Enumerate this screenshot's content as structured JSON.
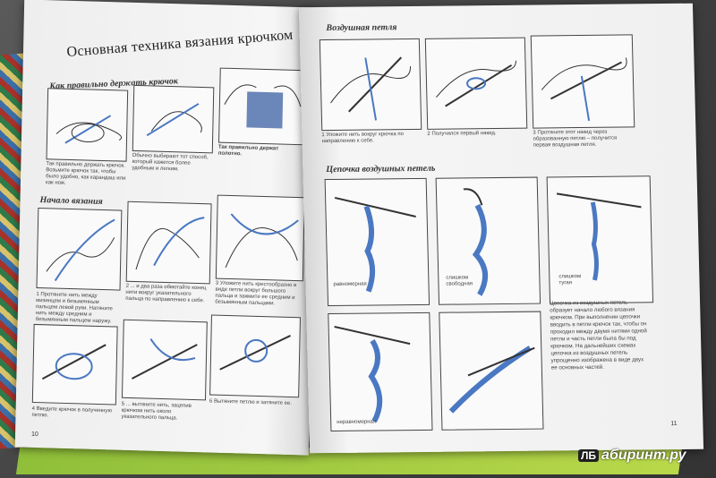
{
  "left_page": {
    "title": "Основная техника вязания крючком",
    "section_hold": "Как правильно держать крючок",
    "caption_hold_1": "Так правильно держать крючок. Возьмите крючок так, чтобы было удобно, как карандаш или как нож.",
    "caption_hold_2": "Обычно выбирают тот способ, который кажется более удобным и легким.",
    "caption_hold_3": "Так правильно держат полотно.",
    "section_start": "Начало вязания",
    "step1": "1 Протяните нить между мизинцем и безымянным пальцем левой руки. Натяните нить между средним и безымянным пальцем наружу.",
    "step2": "2 ... и два раза обмотайте конец нити вокруг указательного пальца по направлению к себе.",
    "step3": "3 Уложите нить крестообразно в виде петли вокруг большого пальца и зажмите ее средним и безымянным пальцами.",
    "step4": "4 Введите крючок в полученную петлю.",
    "step5": "5 ... вытяните нить, зацепив крючком нить около указательного пальца.",
    "step6": "6 Вытяните петлю и затяните ее.",
    "page_number": "10"
  },
  "right_page": {
    "section_chain_loop": "Воздушная петля",
    "rstep1": "1 Уложите нить вокруг крючка по направлению к себе.",
    "rstep2": "2 Получился первый накид.",
    "rstep3": "3 Протяните этот накид через образованную петлю – получится первая воздушная петля.",
    "section_chain": "Цепочка воздушных петель",
    "label_even": "равномерная",
    "label_loose": "слишком свободная",
    "label_tight": "слишком тугая",
    "label_uneven": "неравномерная",
    "chain_text": "Цепочка из воздушных петель образует начало любого вязания крючком. При выполнении цепочки вводить в петли крючок так, чтобы он проходил между двумя нитями одной петли и часть петли была бы под крючком. На дальнейших схемах цепочка из воздушных петель упрощенно изображена в виде двух ее основных частей.",
    "page_number": "11"
  },
  "watermark": {
    "badge": "ЛБ",
    "text": "абиринт.ру"
  },
  "colors": {
    "yarn": "#4a78c2",
    "page": "#f4f4f4",
    "ink": "#333333",
    "cover_green": "#a6cf44"
  }
}
